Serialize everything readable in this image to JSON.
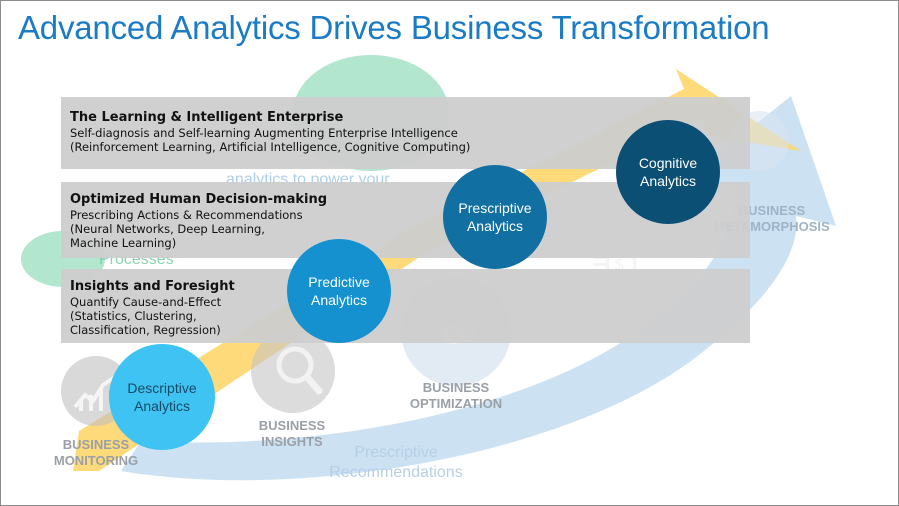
{
  "title": "Advanced Analytics Drives Business Transformation",
  "colors": {
    "title": "#1b7bc4",
    "band": "#cecece",
    "arrow_yellow": "#ffd66b",
    "arrow_blue": "#c7dff2",
    "descriptive": "#3ec3f2",
    "predictive": "#1591cf",
    "prescriptive": "#126fa2",
    "cognitive": "#0b4f74"
  },
  "bands": [
    {
      "heading": "The Learning & Intelligent Enterprise",
      "line1": "Self-diagnosis and Self-learning Augmenting Enterprise Intelligence",
      "line2": "(Reinforcement Learning, Artificial Intelligence, Cognitive Computing)",
      "line3": ""
    },
    {
      "heading": "Optimized Human Decision-making",
      "line1": "Prescribing Actions & Recommendations",
      "line2": "(Neural Networks, Deep Learning,",
      "line3": "Machine Learning)"
    },
    {
      "heading": "Insights and Foresight",
      "line1": "Quantify Cause-and-Effect",
      "line2": "(Statistics, Clustering,",
      "line3": "Classification, Regression)"
    }
  ],
  "circles": {
    "descriptive": {
      "l1": "Descriptive",
      "l2": "Analytics"
    },
    "predictive": {
      "l1": "Predictive",
      "l2": "Analytics"
    },
    "prescriptive": {
      "l1": "Prescriptive",
      "l2": "Analytics"
    },
    "cognitive": {
      "l1": "Cognitive",
      "l2": "Analytics"
    }
  },
  "background_labels": {
    "monitoring_1": "BUSINESS",
    "monitoring_2": "MONITORING",
    "insights_1": "BUSINESS",
    "insights_2": "INSIGHTS",
    "optimization_1": "BUSINESS",
    "optimization_2": "OPTIMIZATION",
    "metamorphosis_1": "BUSINESS",
    "metamorphosis_2": "METAMORPHOSIS",
    "prescriptive_1": "Prescriptive",
    "prescriptive_2": "Recommendations",
    "processes": "Processes",
    "analytics_power": "analytics to power your"
  },
  "icons": [
    "line-chart-icon",
    "magnifier-icon",
    "gears-icon",
    "dollar-icon"
  ]
}
